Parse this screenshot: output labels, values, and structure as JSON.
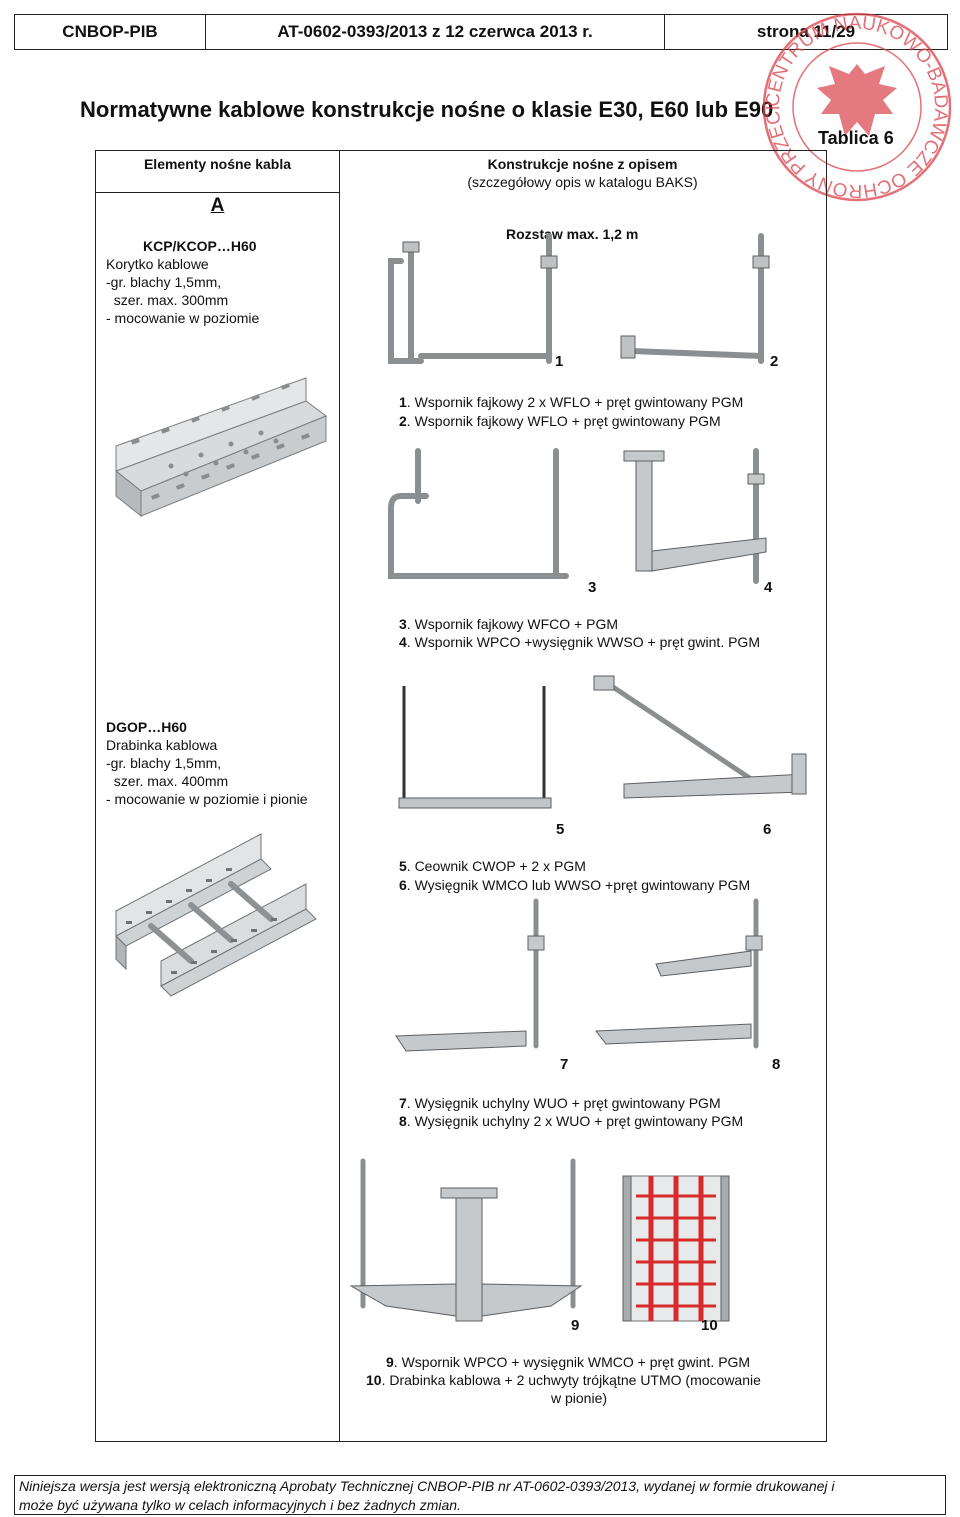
{
  "header": {
    "org": "CNBOP-PIB",
    "doc": "AT-0602-0393/2013 z 12 czerwca 2013 r.",
    "page": "strona 11/29"
  },
  "title": "Normatywne kablowe konstrukcje nośne o klasie E30, E60 lub E90",
  "table_label": "Tablica 6",
  "table": {
    "col1_header": "Elementy nośne  kabla",
    "col1_sub": "A",
    "col2_header": "Konstrukcje nośne z opisem",
    "col2_header_sub": "(szczegółowy opis w katalogu BAKS)",
    "spacing": "Rozstaw max. 1,2 m",
    "elem_a": {
      "name": "KCP/KCOP…H60",
      "line1": "Korytko kablowe",
      "line2": "-gr. blachy 1,5mm,",
      "line3": "  szer. max. 300mm",
      "line4": "- mocowanie w poziomie"
    },
    "elem_b": {
      "name": "DGOP…H60",
      "line1": "Drabinka kablowa",
      "line2": "-gr. blachy 1,5mm,",
      "line3": "  szer. max. 400mm",
      "line4": "- mocowanie w poziomie i pionie"
    }
  },
  "figures": {
    "n1": "1",
    "n2": "2",
    "n3": "3",
    "n4": "4",
    "n5": "5",
    "n6": "6",
    "n7": "7",
    "n8": "8",
    "n9": "9",
    "n10": "10"
  },
  "captions": [
    {
      "num": "1",
      "text": ". Wspornik fajkowy 2 x WFLO + pręt gwintowany PGM"
    },
    {
      "num": "2",
      "text": ". Wspornik fajkowy WFLO + pręt gwintowany PGM"
    },
    {
      "num": "3",
      "text": ". Wspornik fajkowy WFCO + PGM"
    },
    {
      "num": "4",
      "text": ". Wspornik WPCO +wysięgnik WWSO +  pręt gwint. PGM"
    },
    {
      "num": "5",
      "text": ". Ceownik CWOP +  2 x PGM"
    },
    {
      "num": "6",
      "text": ". Wysięgnik WMCO lub WWSO +pręt gwintowany PGM"
    },
    {
      "num": "7",
      "text": ". Wysięgnik uchylny WUO + pręt gwintowany PGM"
    },
    {
      "num": "8",
      "text": ". Wysięgnik uchylny 2 x WUO + pręt gwintowany PGM"
    },
    {
      "num": "9",
      "text": ". Wspornik WPCO + wysięgnik WMCO + pręt gwint. PGM"
    },
    {
      "num": "10",
      "text": ". Drabinka kablowa + 2 uchwyty trójkątne UTMO (mocowanie"
    },
    {
      "num": "",
      "text": "w pionie)"
    }
  ],
  "stamp": {
    "text": "CENTRUM NAUKOWO-BADAWCZE OCHRONY PRZECIWPOŻAROWEJ",
    "color": "#d9414a"
  },
  "footer": {
    "line1": "Niniejsza wersja jest wersją elektroniczną Aprobaty Technicznej CNBOP-PIB nr AT-0602-0393/2013, wydanej w formie drukowanej i",
    "line2": "może być używana tylko w celach informacyjnych i bez żadnych zmian."
  }
}
